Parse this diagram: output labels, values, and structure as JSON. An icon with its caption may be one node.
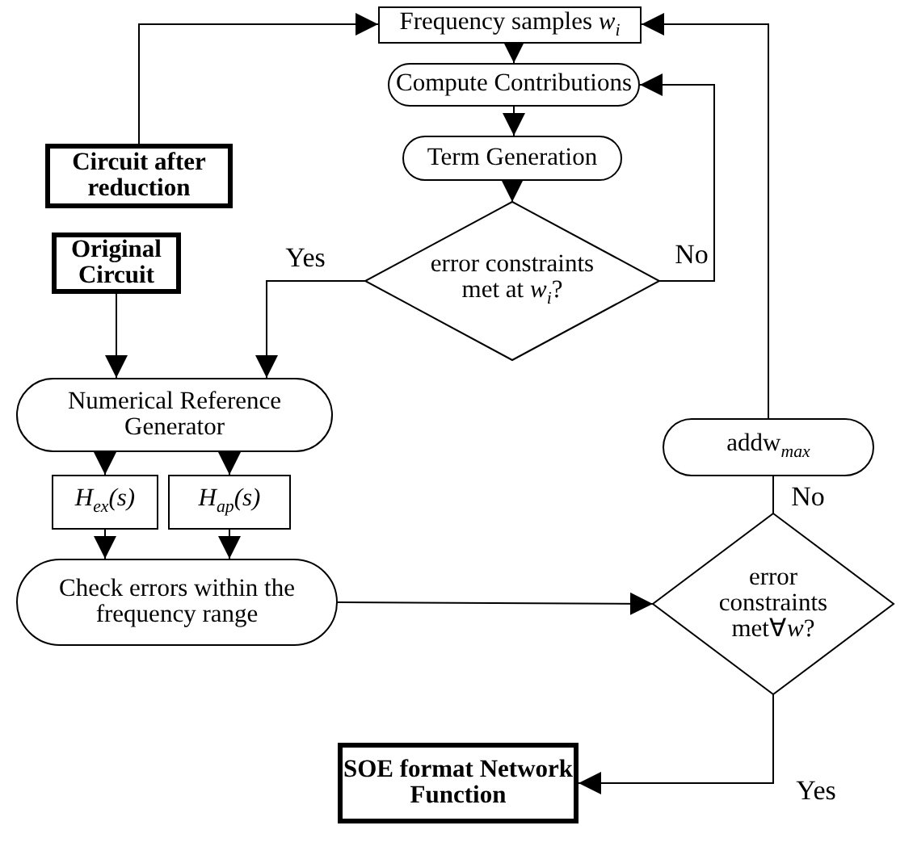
{
  "diagram": {
    "nodes": [
      {
        "text": [
          "Frequency samples *w*$_{i}$"
        ]
      },
      {
        "text": [
          "Circuit after reduction"
        ]
      },
      {
        "text": [
          "Compute Contributions"
        ]
      },
      {
        "text": [
          "Term Generation"
        ]
      },
      {
        "text": [
          "Original Circuit"
        ]
      },
      {
        "text": [
          "error constraints met at *w*$_{i}$?"
        ]
      },
      {
        "text": [
          "Numerical Reference Generator"
        ]
      },
      {
        "text": [
          "*H*$_{ex}$*(s)*"
        ]
      },
      {
        "text": [
          "*H*$_{ap}$*(s)*"
        ]
      },
      {
        "text": [
          "Check errors within the frequency range"
        ]
      },
      {
        "text": [
          "addw$_{max}$"
        ]
      },
      {
        "text": [
          "error constraints met∀*w*?"
        ]
      },
      {
        "text": [
          "SOE format Network Function"
        ]
      }
    ],
    "edges": [
      {
        "from": 1,
        "to": 0,
        "arrow": "to"
      },
      {
        "from": 0,
        "to": 2,
        "arrow": "to"
      },
      {
        "from": 2,
        "to": 3,
        "arrow": "to"
      },
      {
        "from": 3,
        "to": 5,
        "arrow": "to"
      },
      {
        "from": 5,
        "to": 6,
        "arrow": "to",
        "label": "Yes"
      },
      {
        "from": 5,
        "to": 2,
        "arrow": "to",
        "label": "No"
      },
      {
        "from": 4,
        "to": 6,
        "arrow": "to"
      },
      {
        "from": 6,
        "to": 7,
        "arrow": "to"
      },
      {
        "from": 6,
        "to": 8,
        "arrow": "to"
      },
      {
        "from": 7,
        "to": 9,
        "arrow": "to"
      },
      {
        "from": 8,
        "to": 9,
        "arrow": "to"
      },
      {
        "from": 9,
        "to": 11,
        "arrow": "to"
      },
      {
        "from": 11,
        "to": 10,
        "arrow": "none",
        "label": "No"
      },
      {
        "from": 10,
        "to": 0,
        "arrow": "to"
      },
      {
        "from": 11,
        "to": 12,
        "arrow": "to",
        "label": "Yes"
      }
    ]
  }
}
